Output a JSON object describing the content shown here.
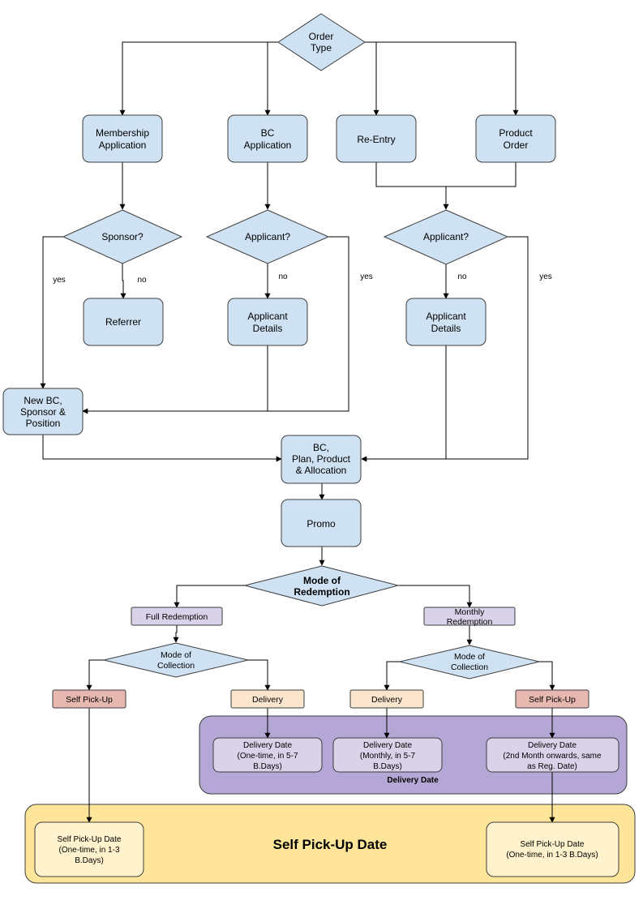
{
  "nodes": {
    "order_type": [
      "Order",
      "Type"
    ],
    "membership_application": [
      "Membership",
      "Application"
    ],
    "bc_application": [
      "BC",
      "Application"
    ],
    "re_entry": [
      "Re-Entry"
    ],
    "product_order": [
      "Product",
      "Order"
    ],
    "sponsor": [
      "Sponsor?"
    ],
    "applicant_1": [
      "Applicant?"
    ],
    "applicant_2": [
      "Applicant?"
    ],
    "referrer": [
      "Referrer"
    ],
    "applicant_details_1": [
      "Applicant",
      "Details"
    ],
    "applicant_details_2": [
      "Applicant",
      "Details"
    ],
    "new_bc": [
      "New BC,",
      "Sponsor &",
      "Position"
    ],
    "bc_plan": [
      "BC,",
      "Plan, Product",
      "& Allocation"
    ],
    "promo": [
      "Promo"
    ],
    "mode_of_redemption": [
      "Mode of",
      "Redemption"
    ],
    "full_redemption": [
      "Full Redemption"
    ],
    "monthly_redemption": [
      "Monthly",
      "Redemption"
    ],
    "mode_of_collection_1": [
      "Mode of",
      "Collection"
    ],
    "mode_of_collection_2": [
      "Mode of",
      "Collection"
    ],
    "self_pickup_1": [
      "Self Pick-Up"
    ],
    "delivery_1": [
      "Delivery"
    ],
    "delivery_2": [
      "Delivery"
    ],
    "self_pickup_2": [
      "Self Pick-Up"
    ],
    "delivery_date_1": [
      "Delivery Date",
      "(One-time, in 5-7",
      "B.Days)"
    ],
    "delivery_date_2": [
      "Delivery Date",
      "(Monthly, in 5-7",
      "B.Days)"
    ],
    "delivery_date_3": [
      "Delivery Date",
      "(2nd Month onwards, same",
      "as Reg. Date)"
    ],
    "self_pickup_date_1": [
      "Self Pick-Up Date",
      "(One-time, in 1-3",
      "B.Days)"
    ],
    "self_pickup_date_2": [
      "Self Pick-Up Date",
      "(One-time, in 1-3 B.Days)"
    ]
  },
  "groups": {
    "delivery_date": "Delivery Date",
    "self_pickup_date": "Self Pick-Up Date"
  },
  "edge_labels": {
    "sponsor_yes": "yes",
    "sponsor_no": "no",
    "applicant1_no": "no",
    "applicant1_yes": "yes",
    "applicant2_no": "no",
    "applicant2_yes": "yes"
  },
  "colors": {
    "process": "#cfe2f3",
    "redemption": "#d9d2e9",
    "self_pickup": "#e6b8af",
    "delivery": "#fce5cd",
    "delivery_group": "#b4a7d6",
    "pickup_group": "#ffe599"
  }
}
